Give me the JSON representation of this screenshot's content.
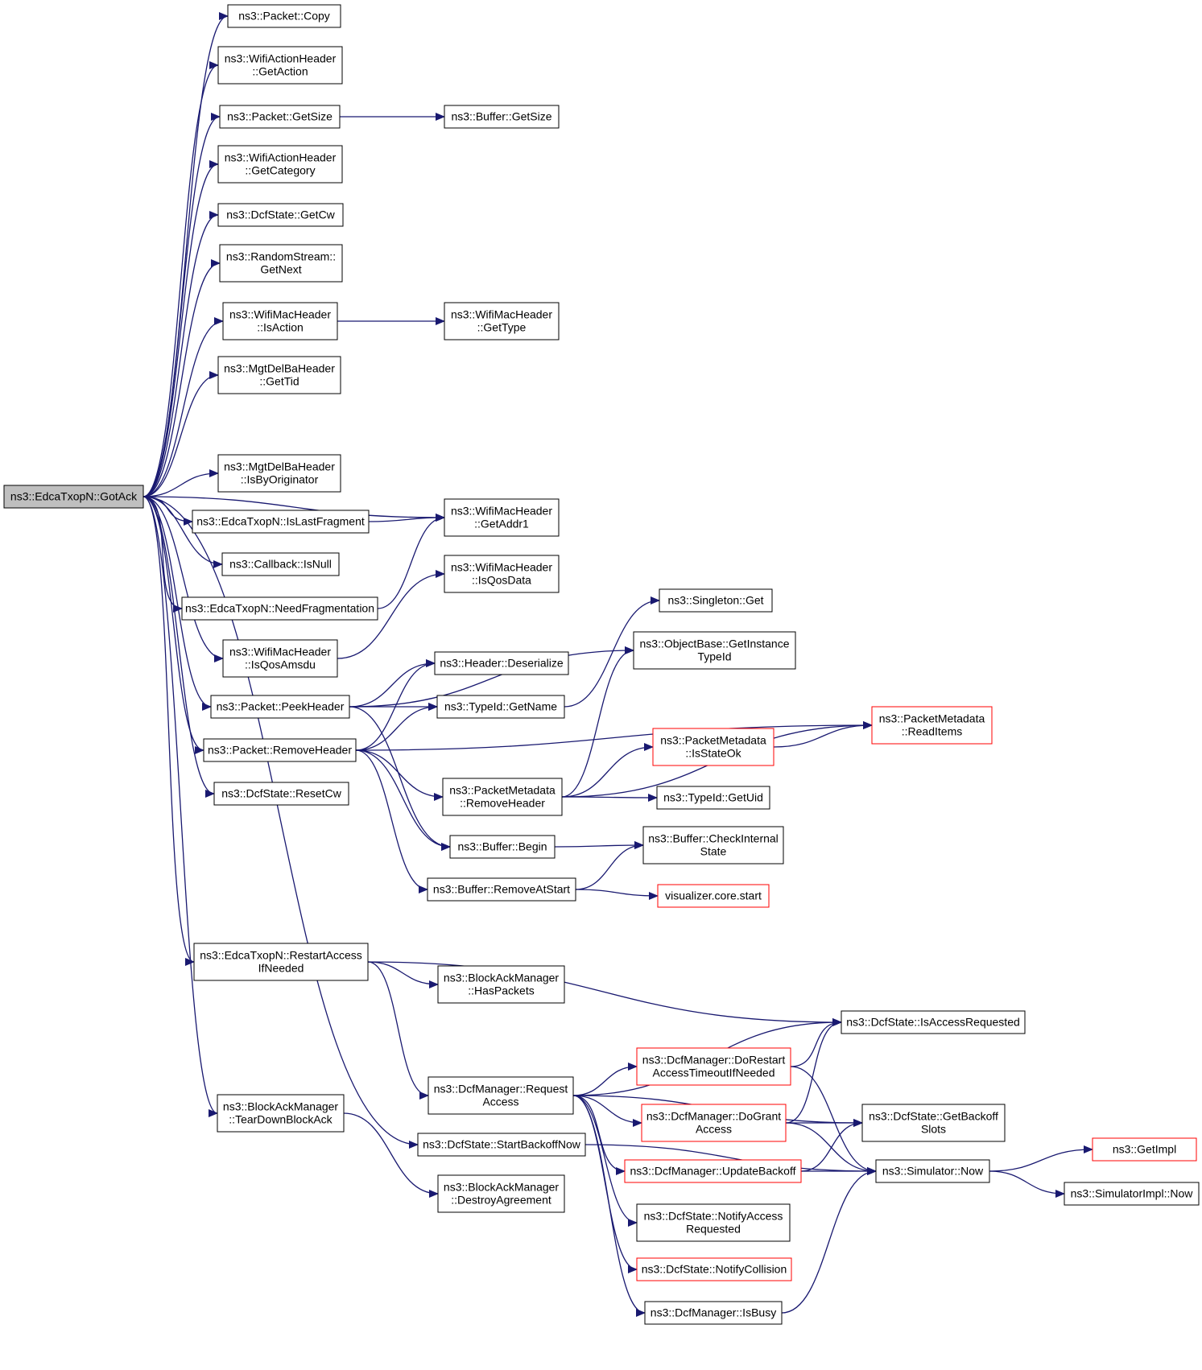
{
  "colors": {
    "edge": "#191970",
    "node_border": "#000000",
    "node_border_truncated": "#ff0000",
    "root_fill": "#bfbfbf",
    "node_fill": "#ffffff"
  },
  "nodes": [
    {
      "id": "root",
      "lines": [
        "ns3::EdcaTxopN::GotAck"
      ],
      "root": true
    },
    {
      "id": "packet_copy",
      "lines": [
        "ns3::Packet::Copy"
      ]
    },
    {
      "id": "wah_getaction",
      "lines": [
        "ns3::WifiActionHeader",
        "::GetAction"
      ]
    },
    {
      "id": "packet_getsize",
      "lines": [
        "ns3::Packet::GetSize"
      ]
    },
    {
      "id": "buffer_getsize",
      "lines": [
        "ns3::Buffer::GetSize"
      ]
    },
    {
      "id": "wah_getcategory",
      "lines": [
        "ns3::WifiActionHeader",
        "::GetCategory"
      ]
    },
    {
      "id": "dcf_getcw",
      "lines": [
        "ns3::DcfState::GetCw"
      ]
    },
    {
      "id": "rs_getnext",
      "lines": [
        "ns3::RandomStream::",
        "GetNext"
      ]
    },
    {
      "id": "wmh_isaction",
      "lines": [
        "ns3::WifiMacHeader",
        "::IsAction"
      ]
    },
    {
      "id": "wmh_gettype",
      "lines": [
        "ns3::WifiMacHeader",
        "::GetType"
      ]
    },
    {
      "id": "mdb_gettid",
      "lines": [
        "ns3::MgtDelBaHeader",
        "::GetTid"
      ]
    },
    {
      "id": "mdb_isbyorig",
      "lines": [
        "ns3::MgtDelBaHeader",
        "::IsByOriginator"
      ]
    },
    {
      "id": "wmh_getaddr1",
      "lines": [
        "ns3::WifiMacHeader",
        "::GetAddr1"
      ]
    },
    {
      "id": "edca_islastfrag",
      "lines": [
        "ns3::EdcaTxopN::IsLastFragment"
      ]
    },
    {
      "id": "cb_isnull",
      "lines": [
        "ns3::Callback::IsNull"
      ]
    },
    {
      "id": "wmh_isqosdata",
      "lines": [
        "ns3::WifiMacHeader",
        "::IsQosData"
      ]
    },
    {
      "id": "edca_needfrag",
      "lines": [
        "ns3::EdcaTxopN::NeedFragmentation"
      ]
    },
    {
      "id": "singleton_get",
      "lines": [
        "ns3::Singleton::Get"
      ]
    },
    {
      "id": "wmh_isqosamsdu",
      "lines": [
        "ns3::WifiMacHeader",
        "::IsQosAmsdu"
      ]
    },
    {
      "id": "ob_getinstancetypeid",
      "lines": [
        "ns3::ObjectBase::GetInstance",
        "TypeId"
      ]
    },
    {
      "id": "header_deserialize",
      "lines": [
        "ns3::Header::Deserialize"
      ]
    },
    {
      "id": "packet_peekheader",
      "lines": [
        "ns3::Packet::PeekHeader"
      ]
    },
    {
      "id": "typeid_getname",
      "lines": [
        "ns3::TypeId::GetName"
      ]
    },
    {
      "id": "pm_readitems",
      "lines": [
        "ns3::PacketMetadata",
        "::ReadItems"
      ],
      "truncated": true
    },
    {
      "id": "pm_isstateok",
      "lines": [
        "ns3::PacketMetadata",
        "::IsStateOk"
      ],
      "truncated": true
    },
    {
      "id": "packet_removeheader",
      "lines": [
        "ns3::Packet::RemoveHeader"
      ]
    },
    {
      "id": "pm_removeheader",
      "lines": [
        "ns3::PacketMetadata",
        "::RemoveHeader"
      ]
    },
    {
      "id": "typeid_getuid",
      "lines": [
        "ns3::TypeId::GetUid"
      ]
    },
    {
      "id": "dcf_resetcw",
      "lines": [
        "ns3::DcfState::ResetCw"
      ]
    },
    {
      "id": "buffer_begin",
      "lines": [
        "ns3::Buffer::Begin"
      ]
    },
    {
      "id": "buffer_checkinternal",
      "lines": [
        "ns3::Buffer::CheckInternal",
        "State"
      ]
    },
    {
      "id": "buffer_removeatstart",
      "lines": [
        "ns3::Buffer::RemoveAtStart"
      ]
    },
    {
      "id": "viz_core_start",
      "lines": [
        "visualizer.core.start"
      ],
      "truncated": true
    },
    {
      "id": "edca_restartaccess",
      "lines": [
        "ns3::EdcaTxopN::RestartAccess",
        "IfNeeded"
      ]
    },
    {
      "id": "bam_haspackets",
      "lines": [
        "ns3::BlockAckManager",
        "::HasPackets"
      ]
    },
    {
      "id": "dcf_isaccessrequested",
      "lines": [
        "ns3::DcfState::IsAccessRequested"
      ]
    },
    {
      "id": "dm_dorestart",
      "lines": [
        "ns3::DcfManager::DoRestart",
        "AccessTimeoutIfNeeded"
      ],
      "truncated": true
    },
    {
      "id": "dm_requestaccess",
      "lines": [
        "ns3::DcfManager::Request",
        "Access"
      ]
    },
    {
      "id": "bam_teardown",
      "lines": [
        "ns3::BlockAckManager",
        "::TearDownBlockAck"
      ]
    },
    {
      "id": "dm_dogrant",
      "lines": [
        "ns3::DcfManager::DoGrant",
        "Access"
      ],
      "truncated": true
    },
    {
      "id": "dcf_getbackoffslots",
      "lines": [
        "ns3::DcfState::GetBackoff",
        "Slots"
      ]
    },
    {
      "id": "dcf_startbackoffnow",
      "lines": [
        "ns3::DcfState::StartBackoffNow"
      ]
    },
    {
      "id": "ns3_getimpl",
      "lines": [
        "ns3::GetImpl"
      ],
      "truncated": true
    },
    {
      "id": "dm_updatebackoff",
      "lines": [
        "ns3::DcfManager::UpdateBackoff"
      ],
      "truncated": true
    },
    {
      "id": "sim_now",
      "lines": [
        "ns3::Simulator::Now"
      ]
    },
    {
      "id": "bam_destroyagreement",
      "lines": [
        "ns3::BlockAckManager",
        "::DestroyAgreement"
      ]
    },
    {
      "id": "simimpl_now",
      "lines": [
        "ns3::SimulatorImpl::Now"
      ]
    },
    {
      "id": "dcf_notifyaccessreq",
      "lines": [
        "ns3::DcfState::NotifyAccess",
        "Requested"
      ]
    },
    {
      "id": "dcf_notifycollision",
      "lines": [
        "ns3::DcfState::NotifyCollision"
      ],
      "truncated": true
    },
    {
      "id": "dm_isbusy",
      "lines": [
        "ns3::DcfManager::IsBusy"
      ]
    }
  ]
}
